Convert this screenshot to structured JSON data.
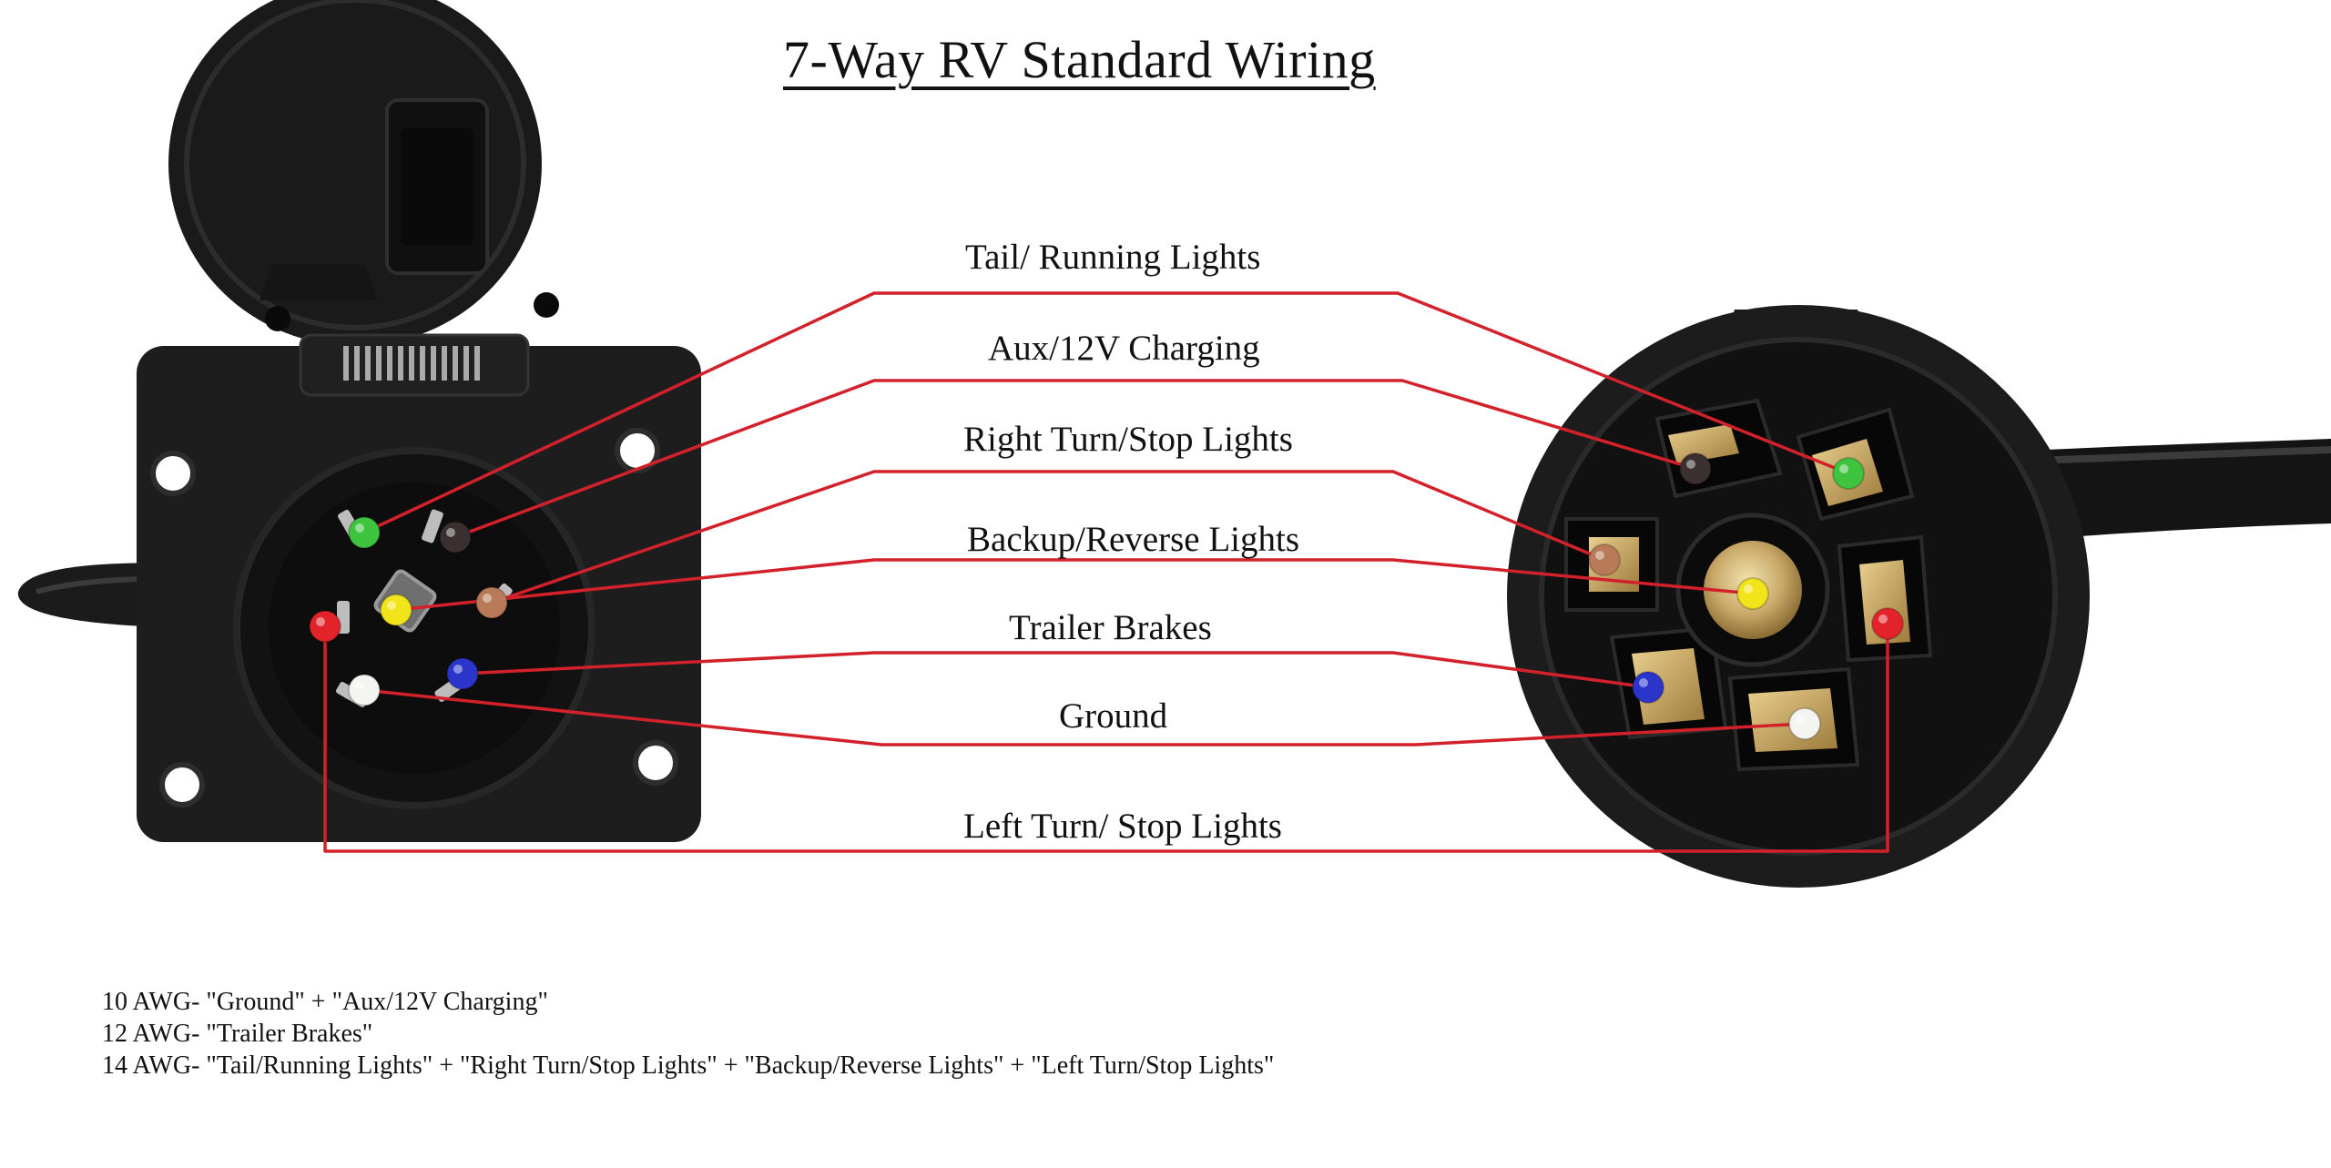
{
  "title": "7-Way RV Standard Wiring",
  "wires": [
    {
      "key": "tail",
      "label": "Tail/ Running Lights",
      "color": "#3ec43e"
    },
    {
      "key": "aux",
      "label": "Aux/12V Charging",
      "color": "#3a3030"
    },
    {
      "key": "right",
      "label": "Right Turn/Stop Lights",
      "color": "#b97a57"
    },
    {
      "key": "backup",
      "label": "Backup/Reverse Lights",
      "color": "#f2e41b"
    },
    {
      "key": "brakes",
      "label": "Trailer Brakes",
      "color": "#2b35c9"
    },
    {
      "key": "ground",
      "label": "Ground",
      "color": "#f4f4f0"
    },
    {
      "key": "left",
      "label": "Left Turn/ Stop Lights",
      "color": "#e2232a"
    }
  ],
  "line_color": "#d3212b",
  "notes": [
    "10 AWG- \"Ground\" + \"Aux/12V Charging\"",
    "12 AWG- \"Trailer Brakes\"",
    "14 AWG- \"Tail/Running Lights\" + \"Right Turn/Stop Lights\" + \"Backup/Reverse Lights\" + \"Left Turn/Stop Lights\""
  ]
}
